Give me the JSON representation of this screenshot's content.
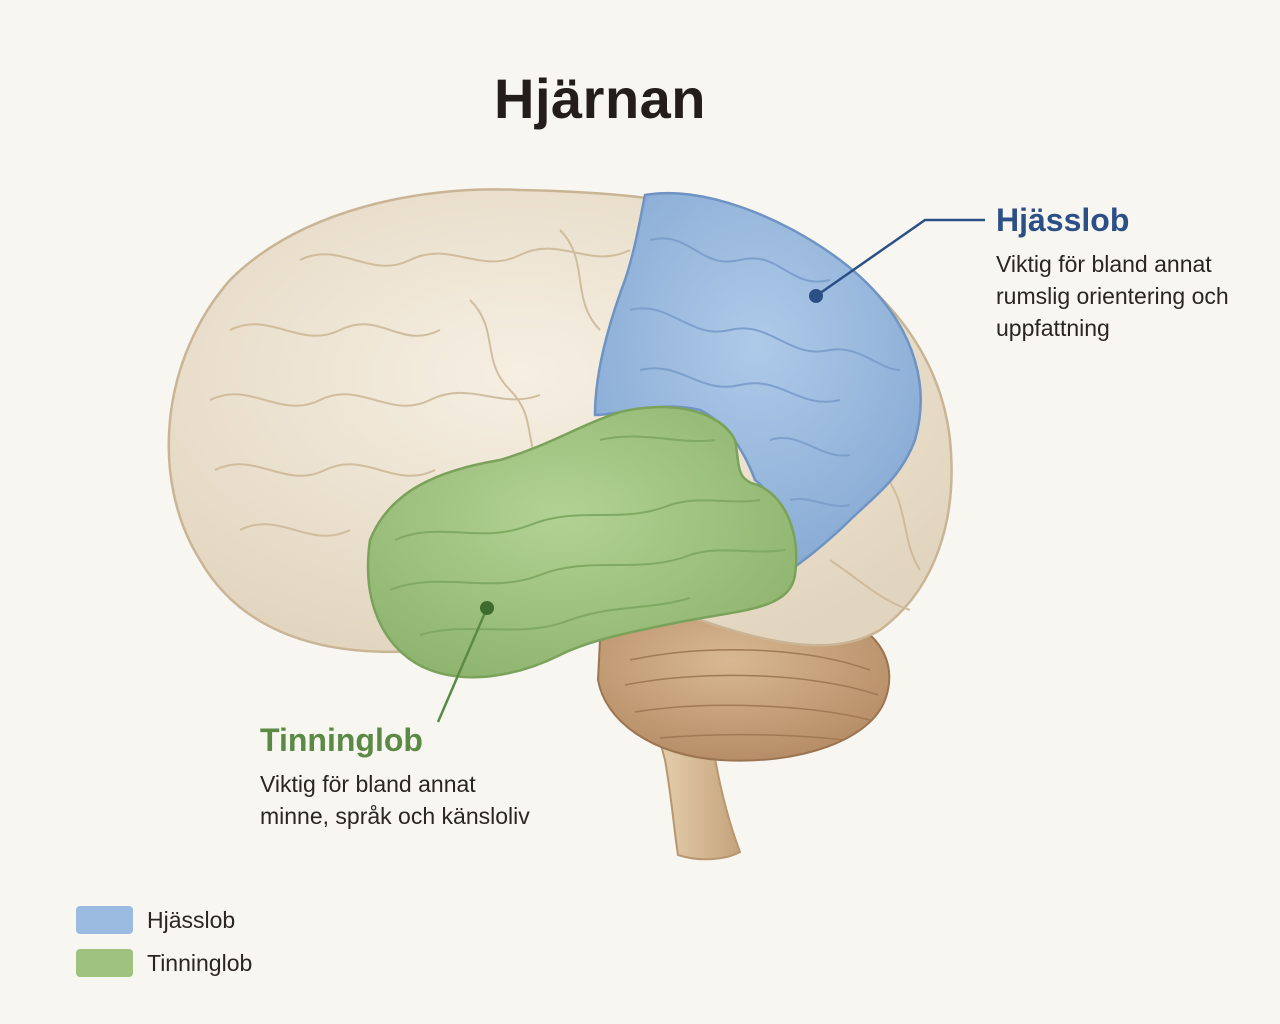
{
  "title": "Hjärnan",
  "colors": {
    "background": "#f8f6f1",
    "cerebrum": "#efe6d6",
    "parietal": "#9bbbe0",
    "temporal": "#9fc27f",
    "cerebellum": "#c9a27c",
    "brainstem": "#d7bd9b",
    "parietal_text": "#2c4f86",
    "temporal_text": "#5b8a45"
  },
  "callouts": {
    "parietal": {
      "title": "Hjässlob",
      "desc": "Viktig för bland annat rumslig orientering och uppfattning"
    },
    "temporal": {
      "title": "Tinninglob",
      "desc": "Viktig för bland annat minne, språk och känsloliv"
    }
  },
  "legend": [
    {
      "label": "Hjässlob",
      "color": "#9bbbe0"
    },
    {
      "label": "Tinninglob",
      "color": "#9fc27f"
    }
  ]
}
